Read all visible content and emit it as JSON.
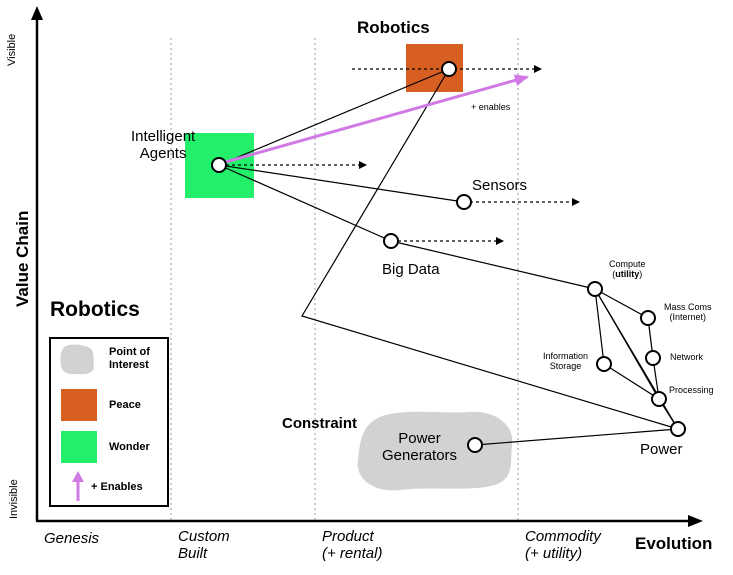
{
  "colors": {
    "peace": "#d85f22",
    "wonder": "#22f06a",
    "enables": "#d17ae6",
    "point_of_interest": "#d2d2d2",
    "grid": "#999999"
  },
  "axes": {
    "y_label": "Value Chain",
    "y_top": "Visible",
    "y_bottom": "Invisible",
    "x_label": "Evolution",
    "stages": [
      {
        "line1": "Genesis",
        "line2": ""
      },
      {
        "line1": "Custom",
        "line2": "Built"
      },
      {
        "line1": "Product",
        "line2": "(+ rental)"
      },
      {
        "line1": "Commodity",
        "line2": "(+ utility)"
      }
    ]
  },
  "title": "Robotics",
  "legend": {
    "title": "Robotics",
    "poi_line1": "Point of",
    "poi_line2": "Interest",
    "peace": "Peace",
    "wonder": "Wonder",
    "enables": "+ Enables"
  },
  "annotations": {
    "enables": "+ enables",
    "constraint": "Constraint"
  },
  "nodes": {
    "robotics": "Robotics",
    "agents_line1": "Intelligent",
    "agents_line2": "Agents",
    "sensors": "Sensors",
    "big_data": "Big Data",
    "compute_line1": "Compute",
    "compute_line2_pre": "(",
    "compute_line2_bold": "utility",
    "compute_line2_post": ")",
    "mass_line1": "Mass Coms",
    "mass_line2": "(Internet)",
    "network": "Network",
    "info_line1": "Information",
    "info_line2": "Storage",
    "processing": "Processing",
    "power": "Power",
    "generators_line1": "Power",
    "generators_line2": "Generators"
  }
}
